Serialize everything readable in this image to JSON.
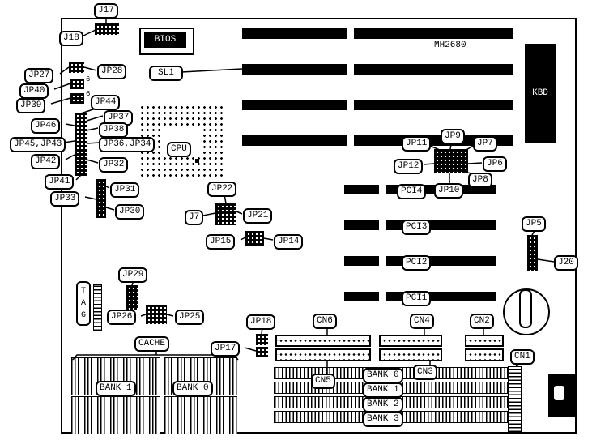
{
  "board": {
    "model": "MH2680"
  },
  "chips": {
    "bios": "BIOS",
    "kbd": "KBD",
    "tag": "T\nA\nG"
  },
  "pins": {
    "a": "6",
    "b": "6"
  },
  "labels": {
    "j17": "J17",
    "j18": "J18",
    "jp27": "JP27",
    "jp40": "JP40",
    "jp39": "JP39",
    "jp44": "JP44",
    "jp46": "JP46",
    "jp45_43": "JP45,JP43",
    "jp42": "JP42",
    "jp41": "JP41",
    "jp33": "JP33",
    "jp28": "JP28",
    "sl1": "SL1",
    "jp37": "JP37",
    "jp38": "JP38",
    "jp36_34": "JP36,JP34",
    "jp32": "JP32",
    "jp31": "JP31",
    "jp30": "JP30",
    "cpu": "CPU",
    "jp22": "JP22",
    "j7": "J7",
    "jp21": "JP21",
    "jp15": "JP15",
    "jp14": "JP14",
    "jp11": "JP11",
    "jp9": "JP9",
    "jp7": "JP7",
    "jp12": "JP12",
    "jp6": "JP6",
    "jp10": "JP10",
    "jp8": "JP8",
    "pci4": "PCI4",
    "pci3": "PCI3",
    "pci2": "PCI2",
    "pci1": "PCI1",
    "jp5": "JP5",
    "j20": "J20",
    "jp29": "JP29",
    "jp26": "JP26",
    "jp25": "JP25",
    "jp18": "JP18",
    "jp17": "JP17",
    "cache": "CACHE",
    "cn6": "CN6",
    "cn4": "CN4",
    "cn2": "CN2",
    "cn1": "CN1",
    "cn3": "CN3",
    "cn5": "CN5",
    "bank1_left": "BANK 1",
    "bank0_left": "BANK 0",
    "bank0": "BANK 0",
    "bank1": "BANK 1",
    "bank2": "BANK 2",
    "bank3": "BANK 3"
  }
}
